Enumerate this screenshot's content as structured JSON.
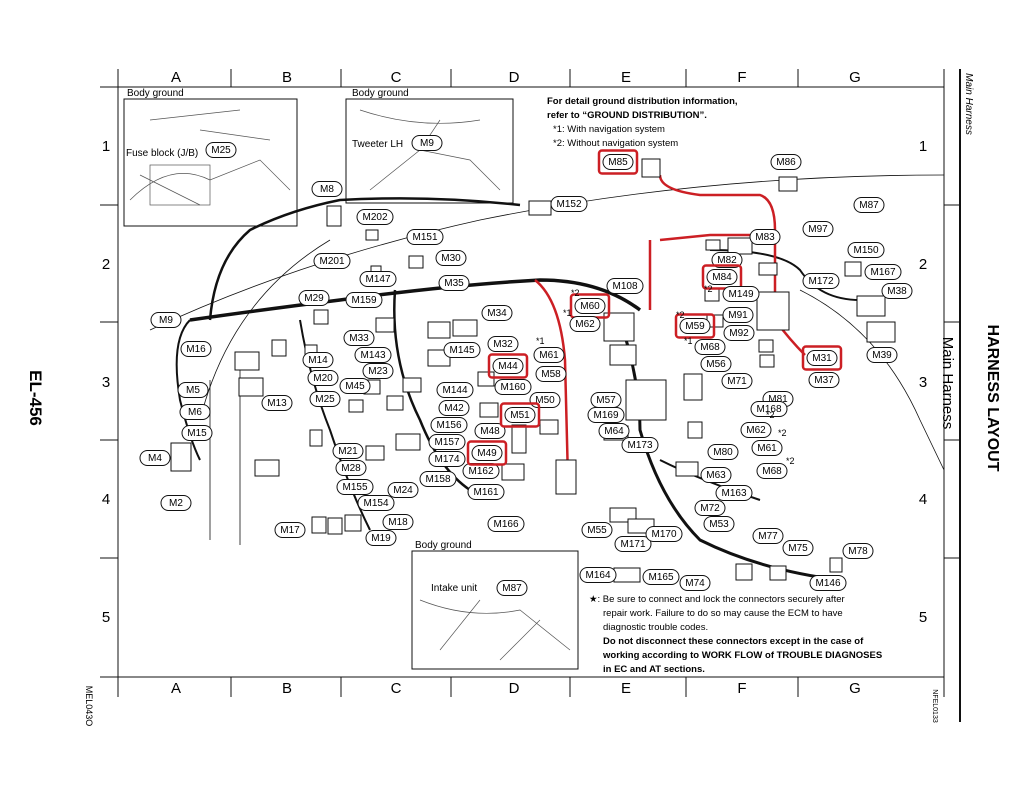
{
  "page": {
    "page_number": "EL-456",
    "figure_code_left": "MEL043O",
    "figure_code_right": "NFEL0133",
    "title_main": "HARNESS LAYOUT",
    "title_sub": "Main Harness",
    "header_tab": "Main Harness"
  },
  "grid": {
    "columns": [
      "A",
      "B",
      "C",
      "D",
      "E",
      "F",
      "G"
    ],
    "rows": [
      "1",
      "2",
      "3",
      "4",
      "5"
    ]
  },
  "insets": {
    "inset_1_title": "Body ground",
    "inset_1_label": "Fuse block (J/B)",
    "inset_2_title": "Body ground",
    "inset_2_label": "Tweeter LH",
    "inset_3_title": "Body ground",
    "inset_3_label": "Intake unit"
  },
  "notes": {
    "line1": "For detail ground distribution information,",
    "line2": "refer to “GROUND DISTRIBUTION”.",
    "line3": "*1: With navigation system",
    "line4": "*2: Without navigation system",
    "foot1": "★: Be sure to connect and lock the connectors securely after",
    "foot2": "repair work. Failure to do so may cause the ECM to have",
    "foot3": "diagnostic trouble codes.",
    "foot4": "Do not disconnect these connectors except in the case of",
    "foot5": "working according to WORK FLOW of TROUBLE DIAGNOSES",
    "foot6": "in EC and AT sections."
  },
  "connectors": [
    "M25",
    "M9",
    "M8",
    "M202",
    "M151",
    "M152",
    "M201",
    "M30",
    "M147",
    "M35",
    "M29",
    "M159",
    "M9",
    "M16",
    "M33",
    "M34",
    "M14",
    "M143",
    "M32",
    "M145",
    "M5",
    "M20",
    "M23",
    "M45",
    "M144",
    "M160",
    "M6",
    "M25",
    "M42",
    "M13",
    "M15",
    "M156",
    "M48",
    "M4",
    "M157",
    "M21",
    "M174",
    "M28",
    "M158",
    "M2",
    "M155",
    "M24",
    "M154",
    "M18",
    "M17",
    "M19",
    "M162",
    "M161",
    "M166",
    "M85",
    "M86",
    "M87",
    "M83",
    "M97",
    "M150",
    "M82",
    "M167",
    "M84",
    "M108",
    "M172",
    "M38",
    "M149",
    "M60",
    "M62",
    "M91",
    "M59",
    "M92",
    "M39",
    "M61",
    "M68",
    "M31",
    "M56",
    "M37",
    "M58",
    "M71",
    "M50",
    "M57",
    "M81",
    "M169",
    "M168",
    "M64",
    "M62",
    "M61",
    "M173",
    "M80",
    "M68",
    "M63",
    "M163",
    "M72",
    "M53",
    "M55",
    "M171",
    "M170",
    "M77",
    "M75",
    "M78",
    "M164",
    "M165",
    "M74",
    "M146",
    "M87",
    "M44",
    "M51",
    "M49"
  ],
  "highlighted": [
    "M85",
    "M84",
    "M60",
    "M59",
    "M31",
    "M44",
    "M51",
    "M49"
  ],
  "callouts": [
    "*2",
    "*1",
    "*2",
    "*1",
    "*2",
    "*2",
    "*2",
    "*2",
    "*1"
  ],
  "colors": {
    "highlight": "#cc1f24",
    "line": "#111111"
  }
}
